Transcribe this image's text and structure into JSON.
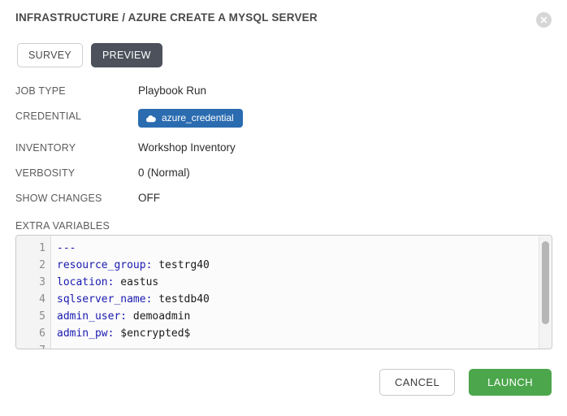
{
  "dialog": {
    "title": "INFRASTRUCTURE / AZURE CREATE A MYSQL SERVER",
    "close_icon": "close-circle-icon"
  },
  "tabs": [
    {
      "label": "SURVEY",
      "active": false
    },
    {
      "label": "PREVIEW",
      "active": true
    }
  ],
  "details": [
    {
      "label": "JOB TYPE",
      "value": "Playbook Run"
    },
    {
      "label": "CREDENTIAL",
      "value": "azure_credential",
      "type": "badge",
      "icon": "cloud-icon"
    },
    {
      "label": "INVENTORY",
      "value": "Workshop Inventory"
    },
    {
      "label": "VERBOSITY",
      "value": "0 (Normal)"
    },
    {
      "label": "SHOW CHANGES",
      "value": "OFF"
    }
  ],
  "extra_variables": {
    "label": "EXTRA VARIABLES",
    "lines": [
      {
        "n": "1",
        "key": "---",
        "value": ""
      },
      {
        "n": "2",
        "key": "resource_group:",
        "value": " testrg40"
      },
      {
        "n": "3",
        "key": "location:",
        "value": " eastus"
      },
      {
        "n": "4",
        "key": "sqlserver_name:",
        "value": " testdb40"
      },
      {
        "n": "5",
        "key": "admin_user:",
        "value": " demoadmin"
      },
      {
        "n": "6",
        "key": "admin_pw:",
        "value": " $encrypted$"
      },
      {
        "n": "7",
        "key": "",
        "value": ""
      }
    ]
  },
  "footer": {
    "cancel_label": "CANCEL",
    "launch_label": "LAUNCH"
  },
  "colors": {
    "accent_blue": "#2b6cb0",
    "launch_green": "#4ca64c",
    "tab_active": "#4c515c",
    "code_key": "#1a1ab0"
  }
}
